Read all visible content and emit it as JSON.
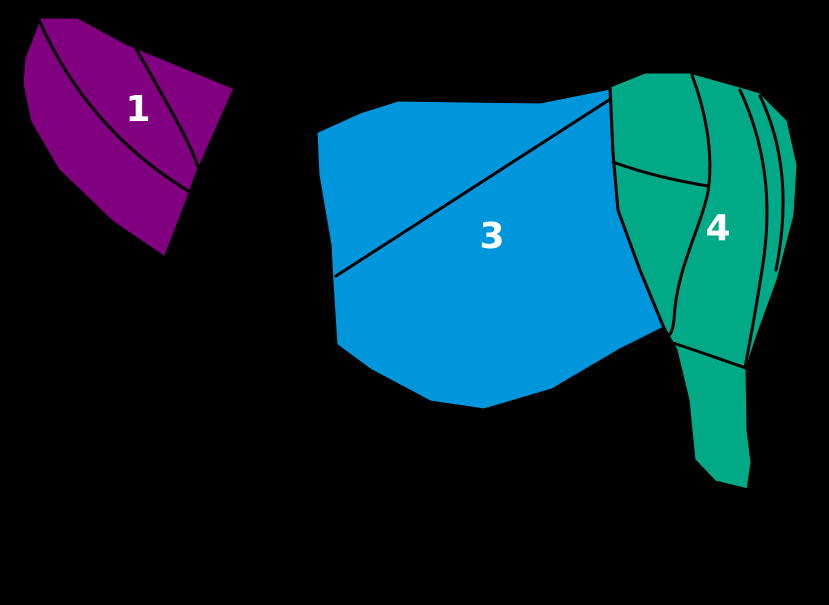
{
  "background_color": "#000000",
  "regions": [
    {
      "id": "region-1",
      "label": "1",
      "color": "#800080",
      "subregion_count": 3
    },
    {
      "id": "region-3",
      "label": "3",
      "color": "#0096dc",
      "subregion_count": 2
    },
    {
      "id": "region-4",
      "label": "4",
      "color": "#00aa87",
      "subregion_count": 6
    }
  ]
}
